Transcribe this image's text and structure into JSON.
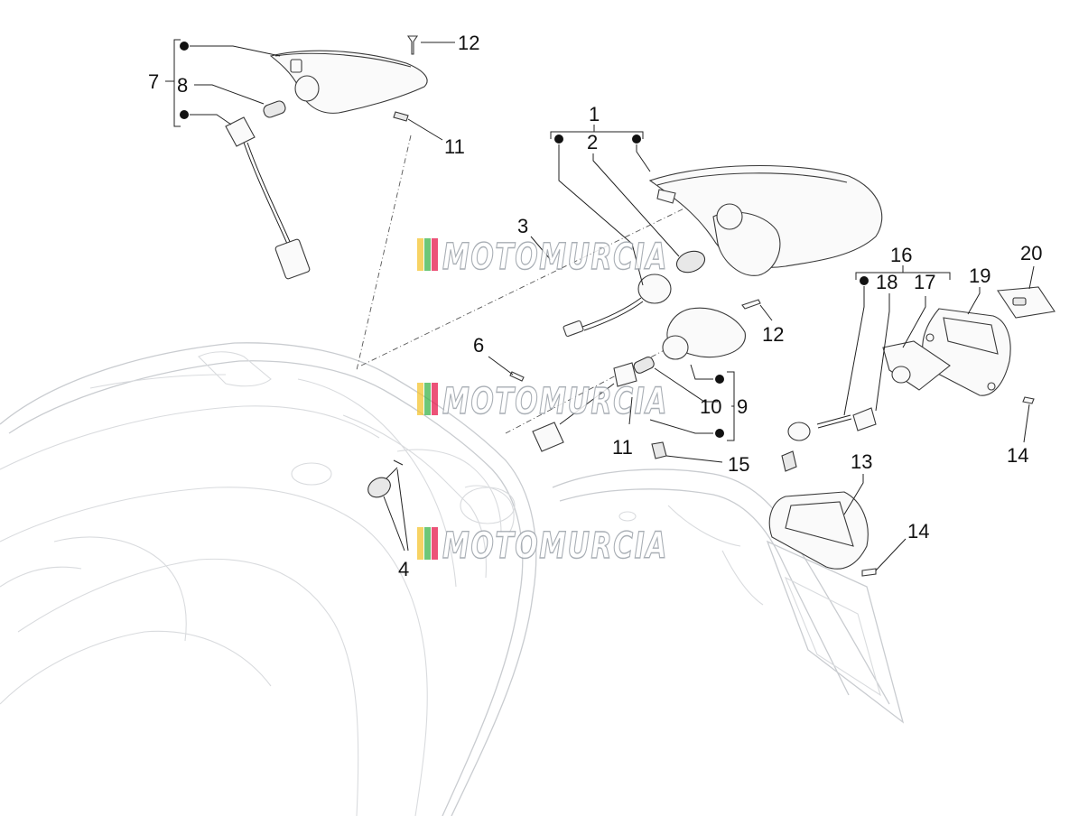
{
  "callouts": {
    "c1": "1",
    "c2": "2",
    "c3": "3",
    "c4": "4",
    "c6": "6",
    "c7": "7",
    "c8": "8",
    "c9": "9",
    "c10": "10",
    "c11a": "11",
    "c11b": "11",
    "c12a": "12",
    "c12b": "12",
    "c13": "13",
    "c14a": "14",
    "c14b": "14",
    "c15": "15",
    "c16": "16",
    "c17": "17",
    "c18": "18",
    "c19": "19",
    "c20": "20"
  },
  "watermark": {
    "text": "MOTOMURCIA",
    "colors": [
      "#f4c430",
      "#3cb44b",
      "#e6194b"
    ]
  }
}
